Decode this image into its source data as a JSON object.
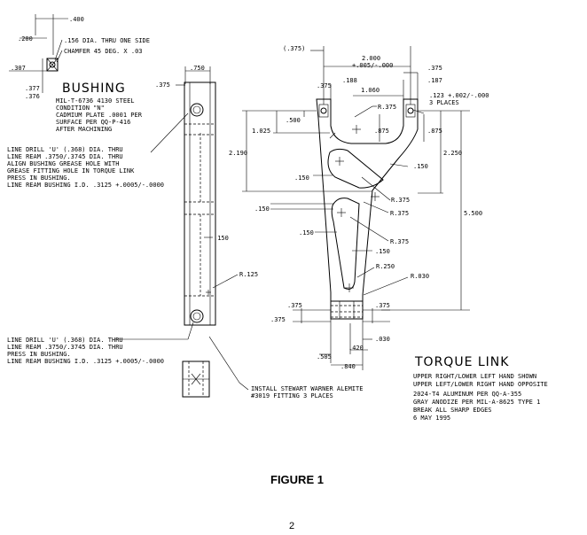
{
  "bushing": {
    "title": "BUSHING",
    "dims": {
      "d400": ".400",
      "d200": ".200",
      "d307": ".307",
      "d377": ".377",
      "d376": ".376",
      "d750": ".750",
      "d375": ".375"
    },
    "notes": [
      ".156 DIA. THRU ONE SIDE",
      "CHAMFER 45 DEG. X .03"
    ],
    "spec": [
      "MIL-T-6736 4130 STEEL",
      "CONDITION \"N\"",
      "CADMIUM PLATE .0001 PER",
      "SURFACE PER QQ-P-416",
      "AFTER MACHINING"
    ]
  },
  "side_view": {
    "upper_note": [
      "LINE DRILL 'U' (.368) DIA. THRU",
      "LINE REAM .3750/.3745 DIA. THRU",
      "ALIGN BUSHING GREASE HOLE WITH",
      "GREASE FITTING HOLE IN TORQUE LINK",
      "PRESS IN BUSHING.",
      "LINE REAM BUSHING I.D. .3125 +.0005/-.0000"
    ],
    "lower_note": [
      "LINE DRILL 'U' (.368) DIA. THRU",
      "LINE REAM .3750/.3745 DIA. THRU",
      "PRESS IN BUSHING.",
      "LINE REAM BUSHING I.D. .3125 +.0005/-.0000"
    ],
    "dim_150": ".150",
    "r125": "R.125",
    "fitting_note": [
      "INSTALL STEWART WARNER ALEMITE",
      "#3019 FITTING 3 PLACES"
    ]
  },
  "torque_link": {
    "title": "TORQUE LINK",
    "dims": {
      "d375_paren": "(.375)",
      "d2000": "2.000",
      "d2000_tol": "+.005/-.000",
      "d375_r": ".375",
      "d188": ".188",
      "d187": ".187",
      "d375_l": ".375",
      "d1060": "1.060",
      "hole_note_1": ".123 +.002/-.000",
      "hole_note_2": "3 PLACES",
      "d500": ".500",
      "r375_a": "R.375",
      "d1025": "1.025",
      "d875_a": ".875",
      "d875_b": ".875",
      "d2190": "2.190",
      "d2250": "2.250",
      "d150_a": ".150",
      "d150_b": ".150",
      "r375_b": "R.375",
      "d150_c": ".150",
      "r375_c": "R.375",
      "d5500": "5.500",
      "d150_d": ".150",
      "r375_d": "R.375",
      "d150_e": ".150",
      "r250": "R.250",
      "r030": "R.030",
      "d375_bl": ".375",
      "d375_bl2": ".375",
      "d375_br": ".375",
      "d030": ".030",
      "d420": ".420",
      "d505": ".505",
      "d840": ".840"
    },
    "notes": [
      "UPPER RIGHT/LOWER LEFT HAND SHOWN",
      "UPPER LEFT/LOWER RIGHT HAND OPPOSITE",
      "2024-T4 ALUMINUM PER QQ-A-355",
      "GRAY ANODIZE PER MIL-A-8625 TYPE 1",
      "BREAK ALL SHARP EDGES",
      "6 MAY 1995"
    ]
  },
  "figure_label": "FIGURE 1",
  "page_number": "2"
}
